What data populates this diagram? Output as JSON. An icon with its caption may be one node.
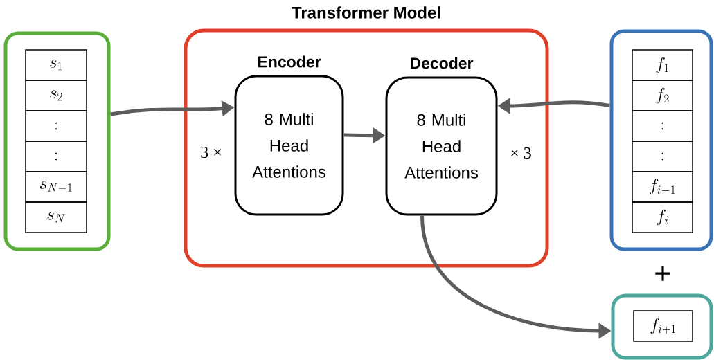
{
  "diagram": {
    "nodes": [
      {
        "text": [],
        "shape": "box"
      },
      {
        "text": [
          "s_{1}"
        ],
        "in": 0
      },
      {
        "text": [
          "s_{2}"
        ],
        "in": 0
      },
      {
        "text": [
          ":"
        ],
        "in": 0
      },
      {
        "text": [
          ":"
        ],
        "in": 0
      },
      {
        "text": [
          "s_{N-1}"
        ],
        "in": 0
      },
      {
        "text": [
          "s_{N}"
        ],
        "in": 0
      },
      {
        "text": [
          "Transformer Model"
        ]
      },
      {
        "text": [
          "Encoder",
          "8 Multi Head Attentions"
        ],
        "in": 7,
        "beside": [
          "3 ×"
        ]
      },
      {
        "text": [
          "Decoder",
          "8 Multi Head Attentions"
        ],
        "in": 7,
        "beside": [
          "× 3"
        ]
      },
      {
        "text": [],
        "shape": "box"
      },
      {
        "text": [
          "f_{1}"
        ],
        "in": 10
      },
      {
        "text": [
          "f_{2}"
        ],
        "in": 10
      },
      {
        "text": [
          ":"
        ],
        "in": 10
      },
      {
        "text": [
          ":"
        ],
        "in": 10
      },
      {
        "text": [
          "f_{i-1}"
        ],
        "in": 10
      },
      {
        "text": [
          "f_{i}"
        ],
        "in": 10
      },
      {
        "text": [],
        "shape": "box"
      },
      {
        "text": [
          "f_{i+1}"
        ],
        "in": 17
      }
    ],
    "edges": [
      {
        "from": 0,
        "to": 8,
        "arrow": "to"
      },
      {
        "from": 8,
        "to": 9,
        "arrow": "to"
      },
      {
        "from": 10,
        "to": 9,
        "arrow": "to"
      },
      {
        "from": 9,
        "to": 17,
        "arrow": "to"
      }
    ],
    "labels": [
      "+"
    ]
  }
}
